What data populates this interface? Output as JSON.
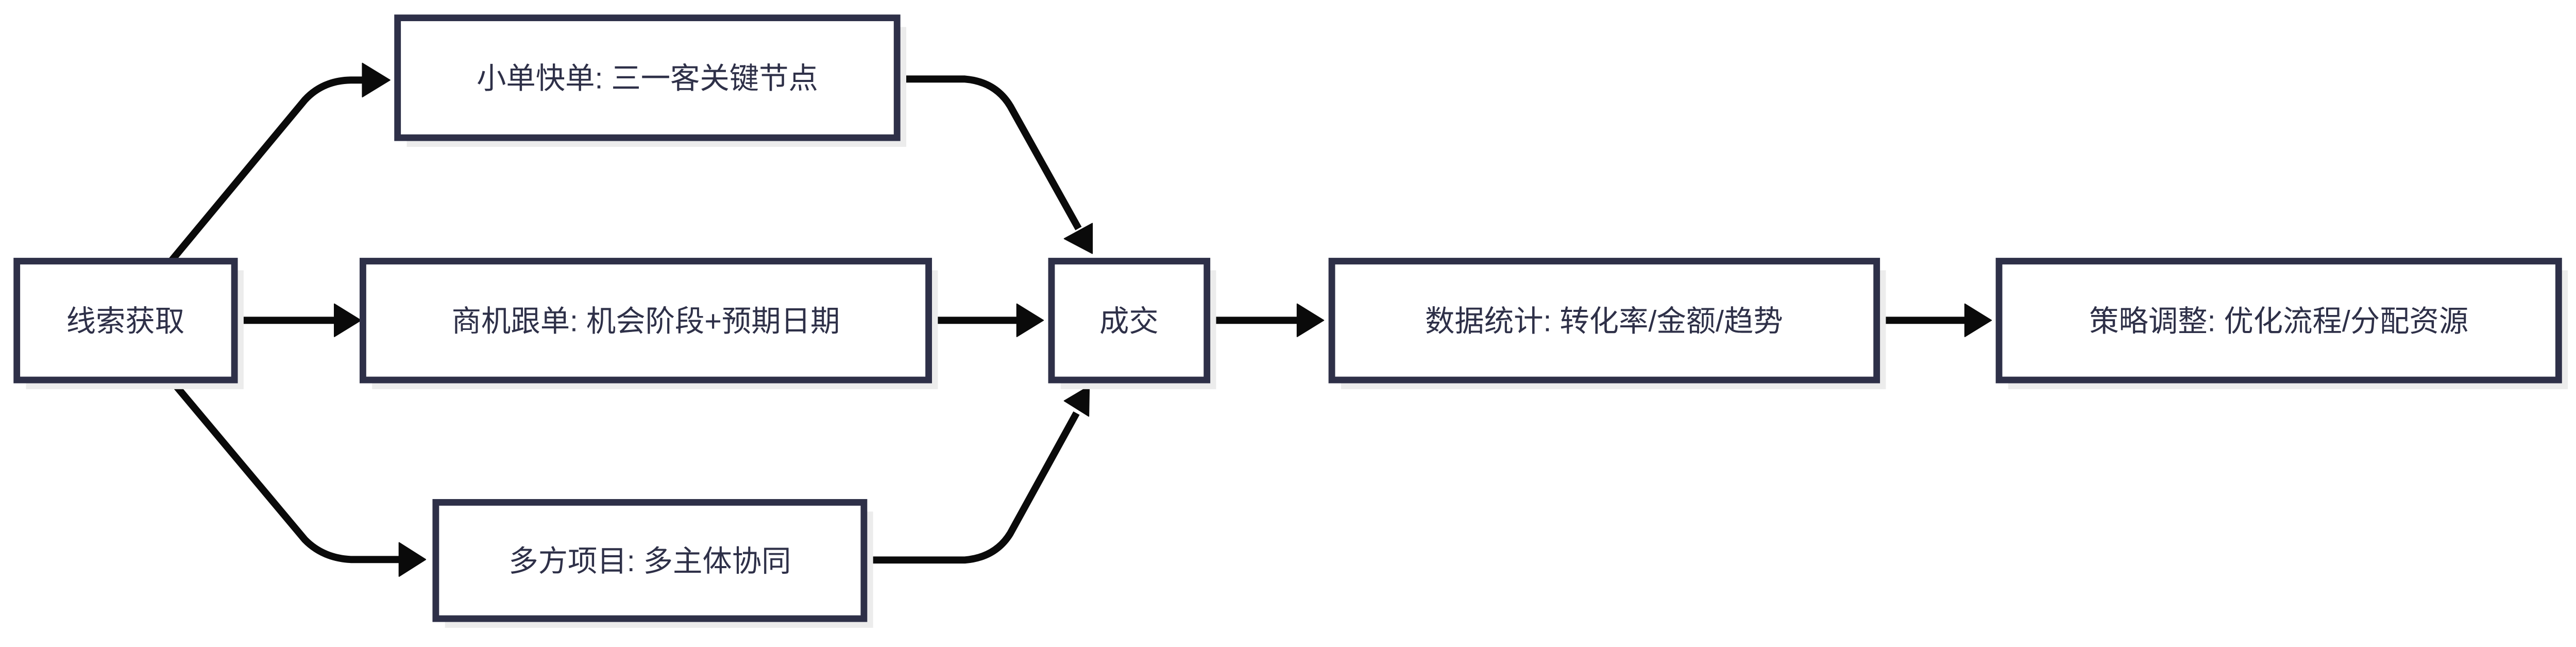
{
  "diagram": {
    "type": "flowchart",
    "direction": "left-to-right",
    "colors": {
      "page_bg": "#ffffff",
      "node_fill": "#ffffff",
      "node_border_color": "#2e3048",
      "node_text_color": "#2e3048",
      "edge_color": "#0a0a0a",
      "shadow_color": "#ececec"
    },
    "nodes": {
      "lead": {
        "label": "线索获取"
      },
      "small_orders": {
        "label": "小单快单: 三一客关键节点"
      },
      "opportunity": {
        "label": "商机跟单: 机会阶段+预期日期"
      },
      "multi_party": {
        "label": "多方项目: 多主体协同"
      },
      "deal": {
        "label": "成交"
      },
      "stats": {
        "label": "数据统计: 转化率/金额/趋势"
      },
      "strategy": {
        "label": "策略调整: 优化流程/分配资源"
      }
    },
    "edges": [
      {
        "from": "线索获取",
        "to": "小单快单: 三一客关键节点"
      },
      {
        "from": "线索获取",
        "to": "商机跟单: 机会阶段+预期日期"
      },
      {
        "from": "线索获取",
        "to": "多方项目: 多主体协同"
      },
      {
        "from": "小单快单: 三一客关键节点",
        "to": "成交"
      },
      {
        "from": "商机跟单: 机会阶段+预期日期",
        "to": "成交"
      },
      {
        "from": "多方项目: 多主体协同",
        "to": "成交"
      },
      {
        "from": "成交",
        "to": "数据统计: 转化率/金额/趋势"
      },
      {
        "from": "数据统计: 转化率/金额/趋势",
        "to": "策略调整: 优化流程/分配资源"
      }
    ]
  }
}
